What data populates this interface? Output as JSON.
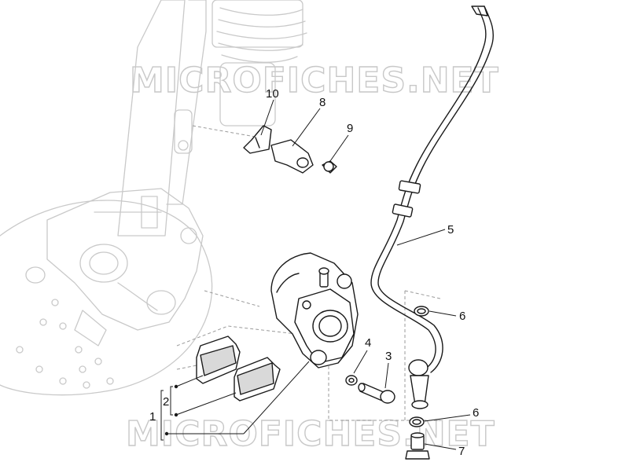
{
  "watermarks": [
    "MICROFICHES.NET",
    "MICROFICHES.NET"
  ],
  "callouts": [
    {
      "id": "1",
      "label": "1"
    },
    {
      "id": "2",
      "label": "2"
    },
    {
      "id": "3",
      "label": "3"
    },
    {
      "id": "4",
      "label": "4"
    },
    {
      "id": "5",
      "label": "5"
    },
    {
      "id": "6a",
      "label": "6"
    },
    {
      "id": "6b",
      "label": "6"
    },
    {
      "id": "7",
      "label": "7"
    },
    {
      "id": "8",
      "label": "8"
    },
    {
      "id": "9",
      "label": "9"
    },
    {
      "id": "10",
      "label": "10"
    }
  ],
  "colors": {
    "ink": "#1a1a1a",
    "ghost": "#c9c9c9",
    "watermark": "#c8c8c8",
    "pad_fill": "#d9d9d9"
  }
}
